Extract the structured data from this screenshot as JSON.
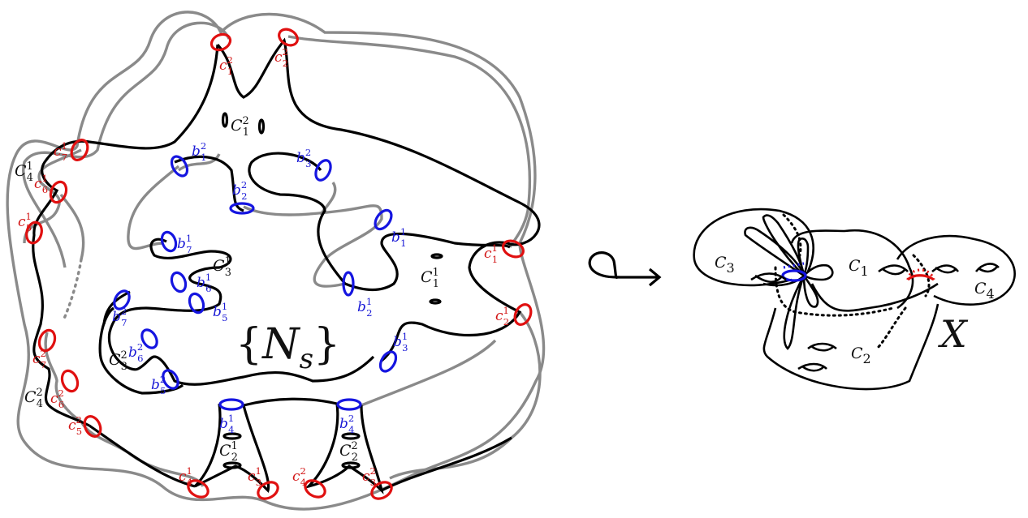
{
  "left_figure": {
    "center_label": "{N_s}",
    "c_labels": [
      {
        "id": "c12",
        "base": "c",
        "sub": "1",
        "sup": "2"
      },
      {
        "id": "c22",
        "base": "c",
        "sub": "2",
        "sup": "2"
      },
      {
        "id": "c71",
        "base": "c",
        "sub": "7",
        "sup": "1"
      },
      {
        "id": "c61",
        "base": "c",
        "sub": "6",
        "sup": "1"
      },
      {
        "id": "c51",
        "base": "c",
        "sub": "5",
        "sup": "1"
      },
      {
        "id": "c11",
        "base": "c",
        "sub": "1",
        "sup": "1"
      },
      {
        "id": "c21",
        "base": "c",
        "sub": "2",
        "sup": "1"
      },
      {
        "id": "c72",
        "base": "c",
        "sub": "7",
        "sup": "2"
      },
      {
        "id": "c62",
        "base": "c",
        "sub": "6",
        "sup": "2"
      },
      {
        "id": "c52",
        "base": "c",
        "sub": "5",
        "sup": "2"
      },
      {
        "id": "c41",
        "base": "c",
        "sub": "4",
        "sup": "1"
      },
      {
        "id": "c31",
        "base": "c",
        "sub": "3",
        "sup": "1"
      },
      {
        "id": "c42",
        "base": "c",
        "sub": "4",
        "sup": "2"
      },
      {
        "id": "c32",
        "base": "c",
        "sub": "3",
        "sup": "2"
      }
    ],
    "b_labels": [
      {
        "id": "b12",
        "base": "b",
        "sub": "1",
        "sup": "2"
      },
      {
        "id": "b32",
        "base": "b",
        "sub": "3",
        "sup": "2"
      },
      {
        "id": "b22",
        "base": "b",
        "sub": "2",
        "sup": "2"
      },
      {
        "id": "b71",
        "base": "b",
        "sub": "7",
        "sup": "1"
      },
      {
        "id": "b61",
        "base": "b",
        "sub": "6",
        "sup": "1"
      },
      {
        "id": "b51",
        "base": "b",
        "sub": "5",
        "sup": "1"
      },
      {
        "id": "b72",
        "base": "b",
        "sub": "7",
        "sup": "2"
      },
      {
        "id": "b62",
        "base": "b",
        "sub": "6",
        "sup": "2"
      },
      {
        "id": "b52",
        "base": "b",
        "sub": "5",
        "sup": "2"
      },
      {
        "id": "b11",
        "base": "b",
        "sub": "1",
        "sup": "1"
      },
      {
        "id": "b21",
        "base": "b",
        "sub": "2",
        "sup": "1"
      },
      {
        "id": "b31",
        "base": "b",
        "sub": "3",
        "sup": "1"
      },
      {
        "id": "b41",
        "base": "b",
        "sub": "4",
        "sup": "1"
      },
      {
        "id": "b42",
        "base": "b",
        "sub": "4",
        "sup": "2"
      }
    ],
    "C_labels": [
      {
        "id": "C12",
        "base": "C",
        "sub": "1",
        "sup": "2"
      },
      {
        "id": "C41",
        "base": "C",
        "sub": "4",
        "sup": "1"
      },
      {
        "id": "C31",
        "base": "C",
        "sub": "3",
        "sup": "1"
      },
      {
        "id": "C11",
        "base": "C",
        "sub": "1",
        "sup": "1"
      },
      {
        "id": "C32",
        "base": "C",
        "sub": "3",
        "sup": "2"
      },
      {
        "id": "C42",
        "base": "C",
        "sub": "4",
        "sup": "2"
      },
      {
        "id": "C21",
        "base": "C",
        "sub": "2",
        "sup": "1"
      },
      {
        "id": "C22",
        "base": "C",
        "sub": "2",
        "sup": "2"
      }
    ]
  },
  "arrow_symbol": "↬",
  "right_figure": {
    "space_label": "X",
    "C_labels": [
      {
        "id": "R_C3",
        "base": "C",
        "sub": "3"
      },
      {
        "id": "R_C1",
        "base": "C",
        "sub": "1"
      },
      {
        "id": "R_C4",
        "base": "C",
        "sub": "4"
      },
      {
        "id": "R_C2",
        "base": "C",
        "sub": "2"
      }
    ]
  },
  "colors": {
    "boundary_grey": "#8a8a8a",
    "curve_black": "#000000",
    "c_curves_red": "#e01010",
    "b_curves_blue": "#1515e0"
  }
}
